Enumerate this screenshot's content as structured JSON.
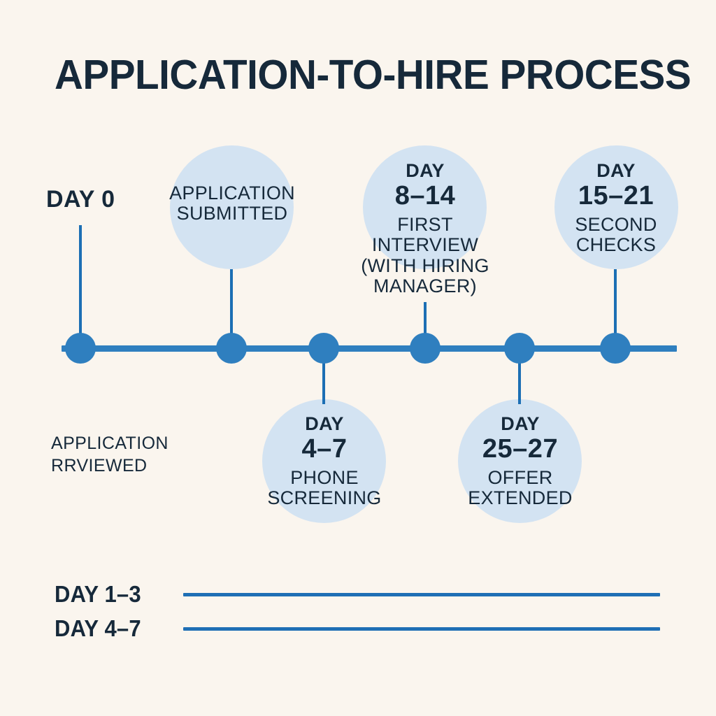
{
  "page": {
    "title": "APPLICATION-TO-HIRE PROCESS",
    "background_color": "#faf5ee",
    "accent_color": "#2f7fbf",
    "bubble_color": "#d3e3f2",
    "text_color": "#16293a"
  },
  "chart_data": {
    "type": "timeline",
    "title": "APPLICATION-TO-HIRE PROCESS",
    "axis_orientation": "horizontal",
    "node_count": 6,
    "milestones": [
      {
        "id": "application-submitted",
        "day_word": "",
        "day_range": "",
        "desc": "APPLICATION SUBMITTED",
        "side": "above",
        "in_bubble": true
      },
      {
        "id": "phone-screening",
        "day_word": "DAY",
        "day_range": "4–7",
        "desc": "PHONE SCREENING",
        "side": "below",
        "in_bubble": true
      },
      {
        "id": "first-interview",
        "day_word": "DAY",
        "day_range": "8–14",
        "desc": "FIRST INTERVIEW (WITH HIRING MANAGER)",
        "side": "above",
        "in_bubble": true
      },
      {
        "id": "offer-extended",
        "day_word": "DAY",
        "day_range": "25–27",
        "desc": "OFFER EXTENDED",
        "side": "below",
        "in_bubble": true
      },
      {
        "id": "second-checks",
        "day_word": "DAY",
        "day_range": "15–21",
        "desc": "SECOND CHECKS",
        "side": "above",
        "in_bubble": true
      }
    ],
    "plain_labels": [
      {
        "id": "day-zero",
        "text": "DAY 0",
        "side": "above"
      },
      {
        "id": "application-reviewed",
        "text": "APPLICATION RRVIEWED",
        "side": "below"
      }
    ],
    "legend": [
      {
        "id": "day-1-3",
        "label": "DAY 1–3"
      },
      {
        "id": "day-4-7",
        "label": "DAY 4–7"
      }
    ]
  },
  "labels": {
    "day_zero": "DAY 0",
    "application_reviewed_line1": "APPLICATION",
    "application_reviewed_line2": "RRVIEWED",
    "bubble1": {
      "desc_line1": "APPLICATION",
      "desc_line2": "SUBMITTED"
    },
    "bubble2": {
      "day_word": "DAY",
      "day_range": "4–7",
      "desc_line1": "PHONE",
      "desc_line2": "SCREENING"
    },
    "bubble3": {
      "day_word": "DAY",
      "day_range": "8–14",
      "desc_line1": "FIRST",
      "desc_line2": "INTERVIEW",
      "desc_line3": "(WITH HIRING",
      "desc_line4": "MANAGER)"
    },
    "bubble4": {
      "day_word": "DAY",
      "day_range": "25–27",
      "desc_line1": "OFFER",
      "desc_line2": "EXTENDED"
    },
    "bubble5": {
      "day_word": "DAY",
      "day_range": "15–21",
      "desc_line1": "SECOND",
      "desc_line2": "CHECKS"
    }
  },
  "legend": {
    "row1_label": "DAY 1–3",
    "row2_label": "DAY 4–7"
  }
}
